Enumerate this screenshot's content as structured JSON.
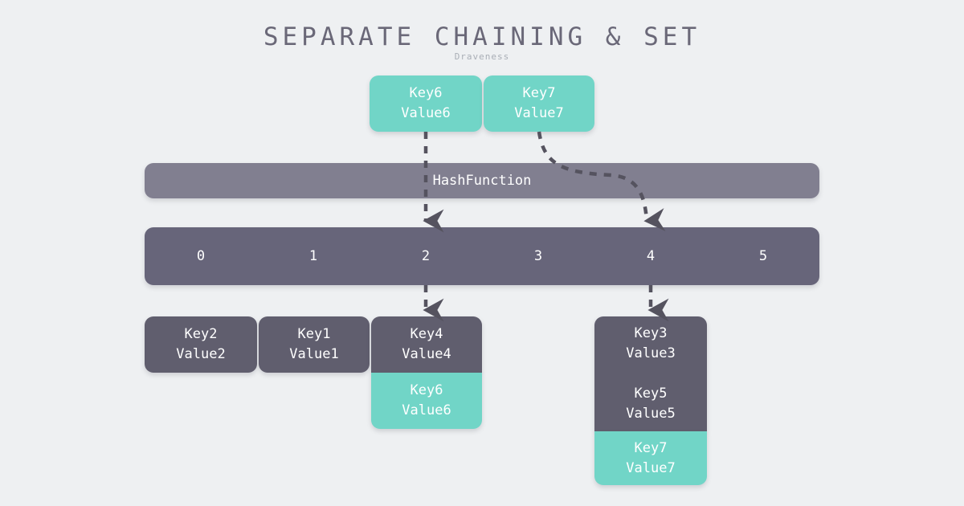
{
  "header": {
    "title": "SEPARATE CHAINING & SET",
    "subtitle": "Draveness"
  },
  "colors": {
    "background": "#eef0f2",
    "teal": "#71d5c7",
    "dark_box": "#605e6e",
    "hash_bar": "#817f90",
    "slot_row": "#67657a",
    "title_text": "#6a6878",
    "subtitle_text": "#a9aeb6",
    "arrow": "#55535f",
    "box_text": "#ffffff"
  },
  "incoming_entries": [
    {
      "id": "incoming-key6",
      "key": "Key6",
      "value": "Value6",
      "style": "teal"
    },
    {
      "id": "incoming-key7",
      "key": "Key7",
      "value": "Value7",
      "style": "teal"
    }
  ],
  "hash_function": {
    "label": "HashFunction"
  },
  "bucket_array": {
    "slots": [
      "0",
      "1",
      "2",
      "3",
      "4",
      "5"
    ]
  },
  "chains": [
    {
      "id": "chain-slot-0",
      "slot": "0",
      "nodes": [
        {
          "key": "Key2",
          "value": "Value2",
          "style": "dark"
        }
      ]
    },
    {
      "id": "chain-slot-1",
      "slot": "1",
      "nodes": [
        {
          "key": "Key1",
          "value": "Value1",
          "style": "dark"
        }
      ]
    },
    {
      "id": "chain-slot-2",
      "slot": "2",
      "nodes": [
        {
          "key": "Key4",
          "value": "Value4",
          "style": "dark"
        },
        {
          "key": "Key6",
          "value": "Value6",
          "style": "teal"
        }
      ]
    },
    {
      "id": "chain-slot-4",
      "slot": "4",
      "nodes": [
        {
          "key": "Key3",
          "value": "Value3",
          "style": "dark"
        },
        {
          "key": "Key5",
          "value": "Value5",
          "style": "dark"
        },
        {
          "key": "Key7",
          "value": "Value7",
          "style": "teal"
        }
      ]
    }
  ],
  "arrows": [
    {
      "id": "arrow-key6-to-hash",
      "from": "incoming-key6",
      "to": "hash-function",
      "style": "dashed-straight"
    },
    {
      "id": "arrow-key7-to-hash",
      "from": "incoming-key7",
      "to": "hash-function",
      "style": "dashed-curved"
    },
    {
      "id": "arrow-hash-to-slot-2",
      "from": "hash-function",
      "to": "slot-2",
      "style": "dashed-straight"
    },
    {
      "id": "arrow-hash-to-slot-4",
      "from": "hash-function",
      "to": "slot-4",
      "style": "dashed-curved"
    },
    {
      "id": "arrow-slot-2-to-chain",
      "from": "slot-2",
      "to": "chain-slot-2",
      "style": "dashed-straight"
    },
    {
      "id": "arrow-slot-4-to-chain",
      "from": "slot-4",
      "to": "chain-slot-4",
      "style": "dashed-straight"
    }
  ]
}
